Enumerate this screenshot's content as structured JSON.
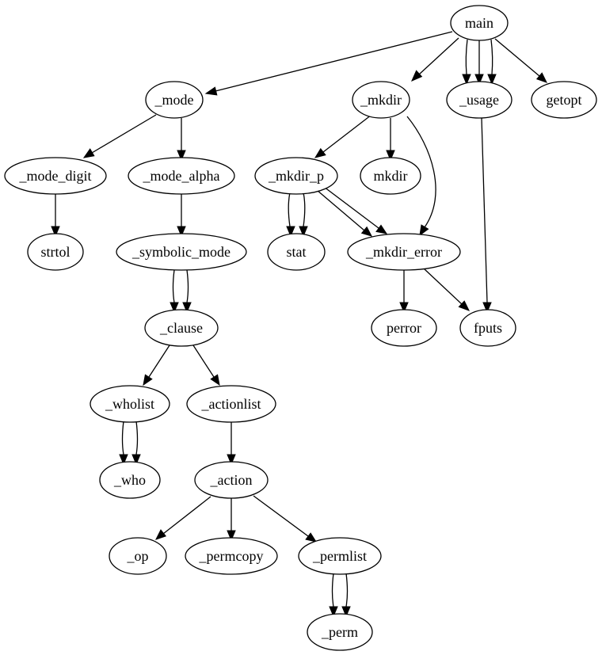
{
  "graph": {
    "nodes": {
      "main": "main",
      "mode": "_mode",
      "mkdir_fn": "_mkdir",
      "usage": "_usage",
      "getopt": "getopt",
      "mode_digit": "_mode_digit",
      "mode_alpha": "_mode_alpha",
      "mkdir_p": "_mkdir_p",
      "mkdir": "mkdir",
      "strtol": "strtol",
      "symbolic_mode": "_symbolic_mode",
      "stat": "stat",
      "mkdir_error": "_mkdir_error",
      "clause": "_clause",
      "perror": "perror",
      "fputs": "fputs",
      "wholist": "_wholist",
      "actionlist": "_actionlist",
      "who": "_who",
      "action": "_action",
      "op": "_op",
      "permcopy": "_permcopy",
      "permlist": "_permlist",
      "perm": "_perm"
    },
    "edges": [
      {
        "from": "main",
        "to": "mode"
      },
      {
        "from": "main",
        "to": "mkdir_fn"
      },
      {
        "from": "main",
        "to": "usage"
      },
      {
        "from": "main",
        "to": "usage"
      },
      {
        "from": "main",
        "to": "usage"
      },
      {
        "from": "main",
        "to": "getopt"
      },
      {
        "from": "mode",
        "to": "mode_digit"
      },
      {
        "from": "mode",
        "to": "mode_alpha"
      },
      {
        "from": "mode_digit",
        "to": "strtol"
      },
      {
        "from": "mode_alpha",
        "to": "symbolic_mode"
      },
      {
        "from": "symbolic_mode",
        "to": "clause"
      },
      {
        "from": "symbolic_mode",
        "to": "clause"
      },
      {
        "from": "clause",
        "to": "wholist"
      },
      {
        "from": "clause",
        "to": "actionlist"
      },
      {
        "from": "wholist",
        "to": "who"
      },
      {
        "from": "wholist",
        "to": "who"
      },
      {
        "from": "actionlist",
        "to": "action"
      },
      {
        "from": "action",
        "to": "op"
      },
      {
        "from": "action",
        "to": "permcopy"
      },
      {
        "from": "action",
        "to": "permlist"
      },
      {
        "from": "permlist",
        "to": "perm"
      },
      {
        "from": "permlist",
        "to": "perm"
      },
      {
        "from": "mkdir_fn",
        "to": "mkdir_p"
      },
      {
        "from": "mkdir_fn",
        "to": "mkdir"
      },
      {
        "from": "mkdir_fn",
        "to": "mkdir_error"
      },
      {
        "from": "mkdir_p",
        "to": "stat"
      },
      {
        "from": "mkdir_p",
        "to": "stat"
      },
      {
        "from": "mkdir_p",
        "to": "mkdir_error"
      },
      {
        "from": "mkdir_p",
        "to": "mkdir_error"
      },
      {
        "from": "mkdir_error",
        "to": "perror"
      },
      {
        "from": "mkdir_error",
        "to": "fputs"
      },
      {
        "from": "usage",
        "to": "fputs"
      }
    ]
  }
}
